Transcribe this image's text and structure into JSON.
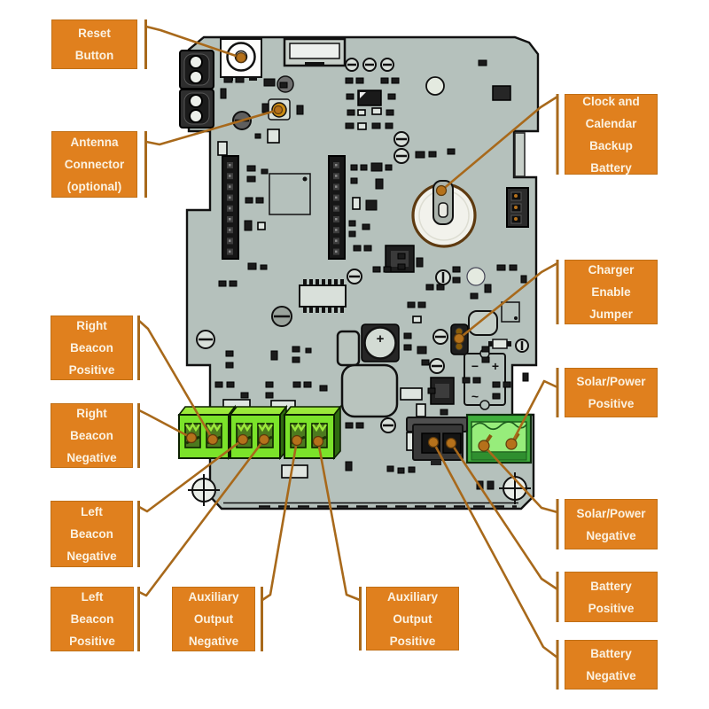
{
  "diagram_title": "Circuit board callout diagram",
  "colors": {
    "board": "#B5C1BC",
    "board_edge": "#111111",
    "label_bg": "#E0801E",
    "label_border": "#C06F15",
    "label_text": "#FBF2E2",
    "leader": "#A8691B",
    "leader_dot": "#B5711B",
    "component_dark": "#1B1B1B",
    "component_light": "#DFE5E0",
    "terminal_green": "#7BE32A",
    "terminal_green_light": "#9BE93A",
    "terminal_green_dark": "#4C7A1E",
    "terminal_side": "#2F6B10",
    "solar_green": "#3FAE3C",
    "solar_green_light": "#97ED7B",
    "solar_green_mid": "#2F8F2F"
  },
  "labels": [
    {
      "id": "reset-button",
      "text": "Reset\nButton"
    },
    {
      "id": "antenna-connector",
      "text": "Antenna\nConnector\n(optional)"
    },
    {
      "id": "clock-backup-battery",
      "text": "Clock and\nCalendar\nBackup\nBattery"
    },
    {
      "id": "charger-enable-jumper",
      "text": "Charger\nEnable\nJumper"
    },
    {
      "id": "solar-power-positive",
      "text": "Solar/Power\nPositive"
    },
    {
      "id": "solar-power-negative",
      "text": "Solar/Power\nNegative"
    },
    {
      "id": "battery-positive",
      "text": "Battery\nPositive"
    },
    {
      "id": "battery-negative",
      "text": "Battery\nNegative"
    },
    {
      "id": "right-beacon-positive",
      "text": "Right\nBeacon\nPositive"
    },
    {
      "id": "right-beacon-negative",
      "text": "Right\nBeacon\nNegative"
    },
    {
      "id": "left-beacon-negative",
      "text": "Left\nBeacon\nNegative"
    },
    {
      "id": "left-beacon-positive",
      "text": "Left\nBeacon\nPositive"
    },
    {
      "id": "aux-output-negative",
      "text": "Auxiliary\nOutput\nNegative"
    },
    {
      "id": "aux-output-positive",
      "text": "Auxiliary\nOutput\nPositive"
    }
  ],
  "silkscreen": {
    "battery_minus": "−",
    "battery_plus": "+",
    "battery_ac1": "~",
    "battery_ac2": "~",
    "cap_plus": "+"
  }
}
